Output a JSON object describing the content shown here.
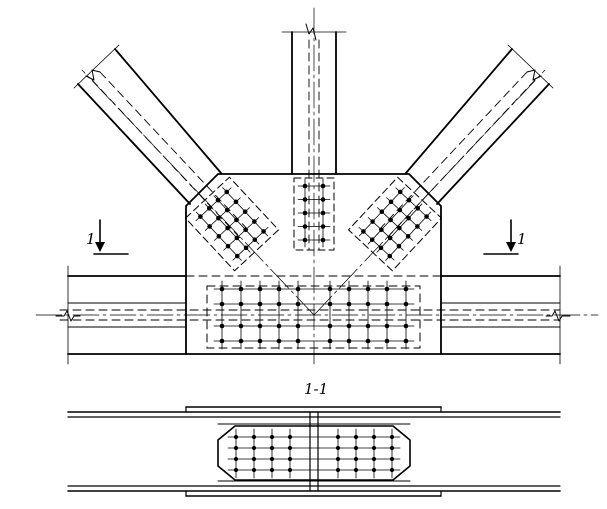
{
  "labels": {
    "section_mark_left": "1",
    "section_mark_right": "1",
    "section_title": "1-1"
  },
  "colors": {
    "stroke": "#000000",
    "background": "#ffffff"
  }
}
